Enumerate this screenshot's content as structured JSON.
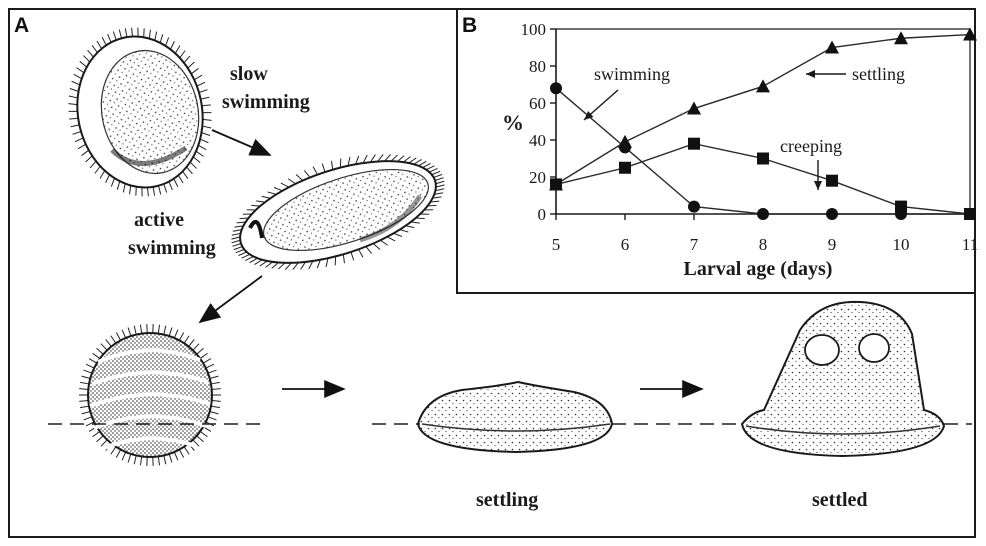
{
  "panel_a": {
    "letter": "A",
    "labels": {
      "slow_line1": "slow",
      "slow_line2": "swimming",
      "active_line1": "active",
      "active_line2": "swimming",
      "settling": "settling",
      "settled": "settled"
    }
  },
  "panel_b": {
    "letter": "B"
  },
  "chart_data": {
    "type": "line",
    "xlabel": "Larval age (days)",
    "ylabel": "%",
    "x": [
      5,
      6,
      7,
      8,
      9,
      10,
      11
    ],
    "xlim": [
      5,
      11
    ],
    "ylim": [
      0,
      100
    ],
    "x_ticks": [
      "5",
      "6",
      "7",
      "8",
      "9",
      "10",
      "11"
    ],
    "y_ticks": [
      "0",
      "20",
      "40",
      "60",
      "80",
      "100"
    ],
    "grid": false,
    "series": [
      {
        "name": "swimming",
        "marker": "circle",
        "values": [
          68,
          36,
          4,
          0,
          0,
          0,
          0
        ]
      },
      {
        "name": "settling",
        "marker": "triangle",
        "values": [
          16,
          39,
          57,
          69,
          90,
          95,
          97
        ]
      },
      {
        "name": "creeping",
        "marker": "square",
        "values": [
          16,
          25,
          38,
          30,
          18,
          4,
          0
        ]
      }
    ],
    "annotations": [
      "swimming",
      "settling",
      "creeping"
    ],
    "colors": {
      "line": "#2a2a2a",
      "marker": "#111111"
    }
  }
}
